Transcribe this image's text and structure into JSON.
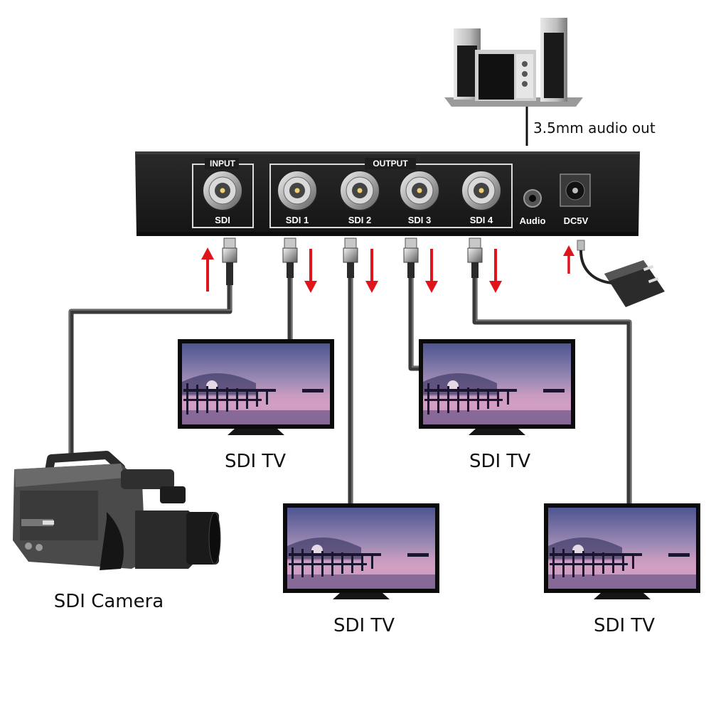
{
  "device": {
    "input_label": "INPUT",
    "output_label": "OUTPUT",
    "ports": [
      "SDI",
      "SDI 1",
      "SDI 2",
      "SDI 3",
      "SDI 4"
    ],
    "audio_label": "Audio",
    "power_label": "DC5V"
  },
  "audio_out_label": "3.5mm audio out",
  "camera_label": "SDI Camera",
  "tv_labels": [
    "SDI TV",
    "SDI TV",
    "SDI TV",
    "SDI TV"
  ],
  "colors": {
    "arrow": "#e0141b",
    "cable": "#3a3a3a",
    "device": "#1b1b1b",
    "screen_sky_top": "#5a5f98",
    "screen_sky_bottom": "#e4a7c3"
  }
}
